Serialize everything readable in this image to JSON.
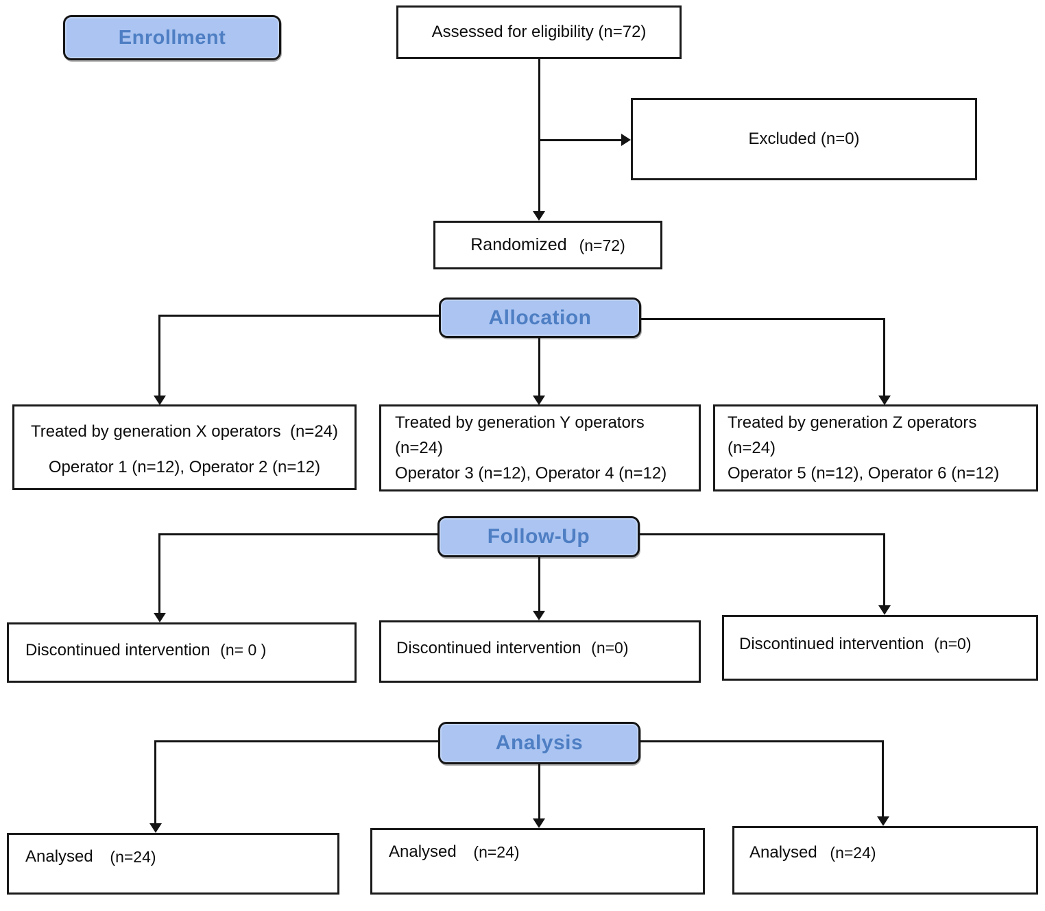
{
  "stages": {
    "enrollment": "Enrollment",
    "allocation": "Allocation",
    "followup": "Follow-Up",
    "analysis": "Analysis"
  },
  "enrollment_row": {
    "assessed": "Assessed for eligibility (n=72)",
    "excluded": "Excluded (n=0)",
    "randomized_label": "Randomized",
    "randomized_n": "(n=72)"
  },
  "allocation_row": [
    {
      "line1": "Treated by generation X operators  (n=24)",
      "line2": "Operator 1 (n=12), Operator 2 (n=12)"
    },
    {
      "line1": "Treated by generation Y operators",
      "line2": "(n=24)",
      "line3": "Operator 3 (n=12), Operator 4 (n=12)"
    },
    {
      "line1": "Treated by generation Z operators",
      "line2": "(n=24)",
      "line3": "Operator 5 (n=12), Operator 6 (n=12)"
    }
  ],
  "followup_row": [
    {
      "label": "Discontinued intervention",
      "n": "(n= 0 )"
    },
    {
      "label": "Discontinued intervention",
      "n": "(n=0)"
    },
    {
      "label": "Discontinued intervention",
      "n": "(n=0)"
    }
  ],
  "analysis_row": [
    {
      "label": "Analysed",
      "n": "(n=24)"
    },
    {
      "label": "Analysed",
      "n": "(n=24)"
    },
    {
      "label": "Analysed",
      "n": "(n=24)"
    }
  ],
  "colors": {
    "stage_fill": "#ABC4F1",
    "stage_text": "#4E7EC3",
    "box_border": "#1A1A1A",
    "line": "#141414",
    "background": "#FFFFFF"
  }
}
